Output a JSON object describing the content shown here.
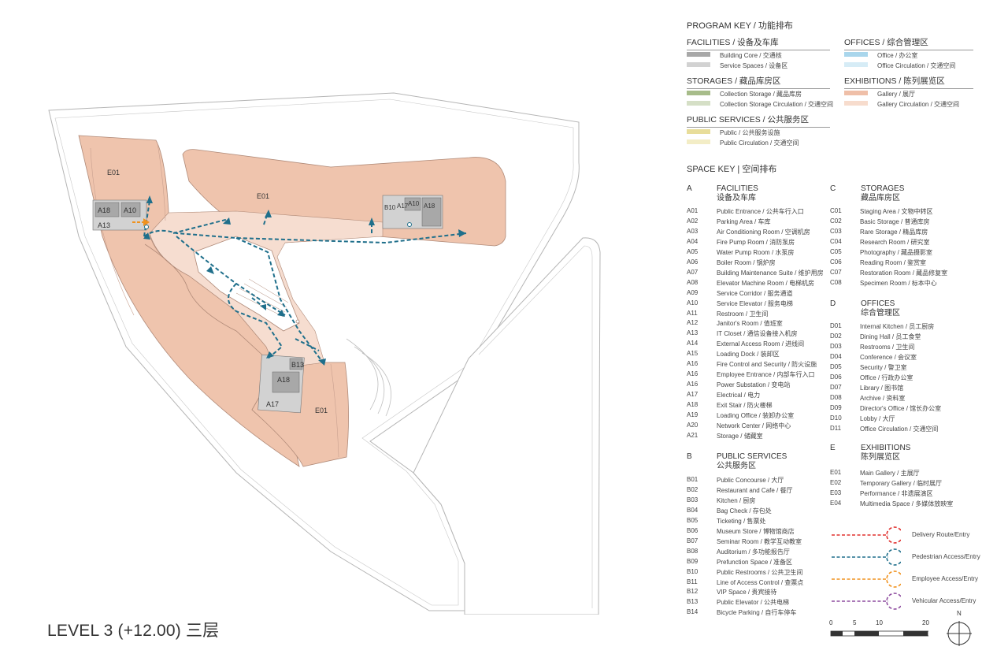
{
  "level_title": "LEVEL 3 (+12.00) 三层",
  "program_key": {
    "title": "PROGRAM KEY / 功能排布",
    "groups": [
      {
        "name": "FACILITIES / 设备及车库",
        "items": [
          {
            "label": "Building Core / 交通核",
            "color": "#a8a8a8"
          },
          {
            "label": "Service Spaces / 设备区",
            "color": "#d2d2d2"
          }
        ]
      },
      {
        "name": "OFFICES / 综合管理区",
        "items": [
          {
            "label": "Office / 办公室",
            "color": "#a9d6ec"
          },
          {
            "label": "Office Circulation / 交通空间",
            "color": "#d6ecf6"
          }
        ]
      },
      {
        "name": "STORAGES / 藏品库房区",
        "items": [
          {
            "label": "Collection Storage / 藏品库房",
            "color": "#a7bc8a"
          },
          {
            "label": "Collection Storage Circulation / 交通空间",
            "color": "#d5dfc6"
          }
        ]
      },
      {
        "name": "EXHIBITIONS / 陈列展览区",
        "items": [
          {
            "label": "Gallery / 展厅",
            "color": "#efbfa8"
          },
          {
            "label": "Gallery Circulation / 交通空间",
            "color": "#f7dccd"
          }
        ]
      },
      {
        "name": "PUBLIC SERVICES / 公共服务区",
        "items": [
          {
            "label": "Public / 公共服务设施",
            "color": "#e8dd9a"
          },
          {
            "label": "Public Circulation / 交通空间",
            "color": "#f3edc6"
          }
        ]
      }
    ]
  },
  "space_key": {
    "title": "SPACE KEY | 空间排布",
    "sections": [
      {
        "letter": "A",
        "title_en": "FACILITIES",
        "title_cn": "设备及车库",
        "items": [
          [
            "A01",
            "Public Entrance / 公共车行入口"
          ],
          [
            "A02",
            "Parking Area / 车库"
          ],
          [
            "A03",
            "Air Conditioning Room / 空调机房"
          ],
          [
            "A04",
            "Fire Pump Room / 消防泵房"
          ],
          [
            "A05",
            "Water Pump Room / 水泵房"
          ],
          [
            "A06",
            "Boiler Room / 锅炉房"
          ],
          [
            "A07",
            "Building Maintenance Suite / 维护用房"
          ],
          [
            "A08",
            "Elevator Machine Room / 电梯机房"
          ],
          [
            "A09",
            "Service Corridor / 服务通道"
          ],
          [
            "A10",
            "Service Elevator / 服务电梯"
          ],
          [
            "A11",
            "Restroom / 卫生间"
          ],
          [
            "A12",
            "Janitor's Room / 值班室"
          ],
          [
            "A13",
            "IT Closet / 通信设备接入机房"
          ],
          [
            "A14",
            "External Access Room / 进线间"
          ],
          [
            "A15",
            "Loading Dock / 装卸区"
          ],
          [
            "A16",
            "Fire Control and Security / 防火设施"
          ],
          [
            "A16",
            "Employee Entrance / 内部车行入口"
          ],
          [
            "A16",
            "Power Substation / 变电站"
          ],
          [
            "A17",
            "Electrical / 电力"
          ],
          [
            "A18",
            "Exit Stair / 防火楼梯"
          ],
          [
            "A19",
            "Loading Office / 装卸办公室"
          ],
          [
            "A20",
            "Network Center / 网络中心"
          ],
          [
            "A21",
            "Storage / 储藏室"
          ]
        ]
      },
      {
        "letter": "B",
        "title_en": "PUBLIC SERVICES",
        "title_cn": "公共服务区",
        "items": [
          [
            "B01",
            "Public Concourse / 大厅"
          ],
          [
            "B02",
            "Restaurant and Cafe / 餐厅"
          ],
          [
            "B03",
            "Kitchen / 厨房"
          ],
          [
            "B04",
            "Bag Check / 存包处"
          ],
          [
            "B05",
            "Ticketing / 售票处"
          ],
          [
            "B06",
            "Museum Store / 博物馆商店"
          ],
          [
            "B07",
            "Seminar Room / 教学互动教室"
          ],
          [
            "B08",
            "Auditorium / 多功能报告厅"
          ],
          [
            "B09",
            "Prefunction Space / 准备区"
          ],
          [
            "B10",
            "Public Restrooms / 公共卫生间"
          ],
          [
            "B11",
            "Line of Access Control / 查票点"
          ],
          [
            "B12",
            "VIP Space / 贵宾接待"
          ],
          [
            "B13",
            "Public Elevator / 公共电梯"
          ],
          [
            "B14",
            "Bicycle Parking / 自行车停车"
          ]
        ]
      },
      {
        "letter": "C",
        "title_en": "STORAGES",
        "title_cn": "藏品库房区",
        "items": [
          [
            "C01",
            "Staging Area / 文物中转区"
          ],
          [
            "C02",
            "Basic Storage / 普通库房"
          ],
          [
            "C03",
            "Rare Storage / 精品库房"
          ],
          [
            "C04",
            "Research Room / 研究室"
          ],
          [
            "C05",
            "Photography / 藏品摄影室"
          ],
          [
            "C06",
            "Reading Room / 鉴赏室"
          ],
          [
            "C07",
            "Restoration Room / 藏品修复室"
          ],
          [
            "C08",
            "Specimen Room / 标本中心"
          ]
        ]
      },
      {
        "letter": "D",
        "title_en": "OFFICES",
        "title_cn": "综合管理区",
        "items": [
          [
            "D01",
            "Internal Kitchen / 员工厨房"
          ],
          [
            "D02",
            "Dining Hall / 员工食堂"
          ],
          [
            "D03",
            "Restrooms / 卫生间"
          ],
          [
            "D04",
            "Conference / 会议室"
          ],
          [
            "D05",
            "Security / 警卫室"
          ],
          [
            "D06",
            "Office / 行政办公室"
          ],
          [
            "D07",
            "Library / 图书馆"
          ],
          [
            "D08",
            "Archive / 资料室"
          ],
          [
            "D09",
            "Director's Office / 馆长办公室"
          ],
          [
            "D10",
            "Lobby / 大厅"
          ],
          [
            "D11",
            "Office Circulation / 交通空间"
          ]
        ]
      },
      {
        "letter": "E",
        "title_en": "EXHIBITIONS",
        "title_cn": "陈列展览区",
        "items": [
          [
            "E01",
            "Main Gallery / 主展厅"
          ],
          [
            "E02",
            "Temporary Gallery / 临时展厅"
          ],
          [
            "E03",
            "Performance  / 非遗展演区"
          ],
          [
            "E04",
            "Multimedia Space / 多媒体放映室"
          ]
        ]
      }
    ]
  },
  "routes": [
    {
      "label": "Delivery Route/Entry",
      "color": "#e0312f"
    },
    {
      "label": "Pedestrian Access/Entry",
      "color": "#1f6f8b"
    },
    {
      "label": "Employee Access/Entry",
      "color": "#f0921e"
    },
    {
      "label": "Vehicular Access/Entry",
      "color": "#8e4d9f"
    }
  ],
  "scale": {
    "ticks": [
      "0",
      "5",
      "10",
      "20"
    ],
    "north": "N"
  },
  "plan_labels": {
    "gallery_west": "E01",
    "gallery_north": "E01",
    "gallery_south": "E01",
    "west_core": [
      "A18",
      "A10",
      "A13"
    ],
    "east_core": [
      "B10",
      "A17",
      "A10",
      "A18"
    ],
    "south_core": [
      "B13",
      "A18",
      "A17"
    ]
  },
  "colors": {
    "gallery": "#efc4ad",
    "gallery_circ": "#f6ddd0",
    "core": "#a8a8a8",
    "service": "#d2d2d2",
    "pedestrian": "#1f6f8b",
    "employee": "#f0921e",
    "outline": "#a9a9a9"
  }
}
